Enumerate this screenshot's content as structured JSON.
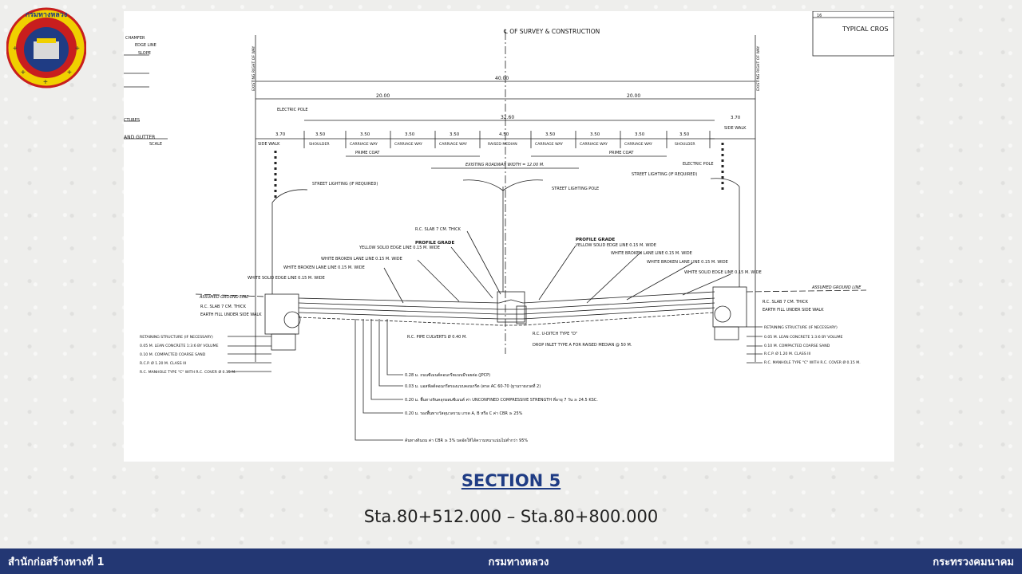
{
  "logo": {
    "text": "กรมทางหลวง"
  },
  "drawing": {
    "centerline_label": "℄ OF SURVEY & CONSTRUCTION",
    "title_block": "TYPICAL CROS",
    "title_block_num": "16",
    "row_label": "EXISTING RIGHT OF WAY",
    "dim_total": "40.00",
    "dim_half_left": "20.00",
    "dim_half_right": "20.00",
    "dim_inner": "32.60",
    "side_walk_dim_left": "3.70",
    "side_walk_dim_right": "3.70",
    "lane_dims": [
      "3.50",
      "3.50",
      "3.50",
      "3.50",
      "4.50",
      "3.50",
      "3.50",
      "3.50",
      "3.50"
    ],
    "lane_labels": [
      "SHOULDER",
      "CARRIAGE WAY",
      "CARRIAGE WAY",
      "CARRIAGE WAY",
      "RAISED MEDIAN",
      "CARRIAGE WAY",
      "CARRIAGE WAY",
      "CARRIAGE WAY",
      "SHOULDER"
    ],
    "side_walk": "SIDE WALK",
    "electric_pole": "ELECTRIC POLE",
    "prime_coat": "PRIME COAT",
    "existing_roadway": "EXISTING ROADWAY WIDTH = 12.00 M.",
    "street_lighting": "STREET LIGHTING (IF REQUIRED)",
    "street_lighting_pole": "STREET LIGHTING POLE",
    "profile_grade": "PROFILE GRADE",
    "rc_slab": "R.C. SLAB 7 CM. THICK",
    "yellow_edge": "YELLOW SOLID EDGE LINE 0.15 M. WIDE",
    "white_broken": "WHITE BROKEN LANE LINE 0.15 M. WIDE",
    "white_solid": "WHITE SOLID EDGE LINE 0.15 M. WIDE",
    "ground_line": "ASSUMED GROUND LINE",
    "pipe_culverts": "R.C. PIPE CULVERTS Ø 0.40 M.",
    "u_ditch": "R.C. U-DITCH TYPE \"D\"",
    "drop_inlet": "DROP INLET TYPE A FOR RAISED MEDIAN @ 50 M.",
    "left_notes": [
      "RETAINING STRUCTURE (IF NECESSARY)",
      "0.05 M. LEAN CONCRETE 1:3:6 BY VOLUME",
      "0.10 M. COMPACTED COARSE SAND",
      "R.C.P. Ø 1.20 M. CLASS III",
      "R.C. MANHOLE TYPE \"C\" WITH R.C. COVER Ø 0.15 M."
    ],
    "side_labels": [
      "EARTH FILL UNDER SIDE WALK",
      "AND GUTTER",
      "SCALE",
      "CHAMFER",
      "EDGE LINE",
      "SLOPE",
      "CTURES"
    ],
    "layer_notes": [
      "0.28 ม. ถนนซีเมนต์คอนกรีตแบบมีรอยต่อ (JPCP)",
      "0.03 ม. แอสฟัลต์คอนกรีตรองแบบคอนกรีต (ตรด AC 60-70 (ฐานรายงวดที่ 2)",
      "0.20 ม. พื้นทางหินคลุกผสมซีเมนต์ ค่า UNCONFINED COMPRESSIVE STRENGTH ที่อายุ 7 วัน ≥ 24.5 KSC.",
      "0.20 ม. รองพื้นทางวัสดุมวลรวม เกรด A, B หรือ C ค่า CBR ≥ 25%",
      "ค้นทางดินถม ค่า CBR ≥ 3% บดอัดให้ได้ความหนาแน่นไม่ต่ำกว่า 95%"
    ]
  },
  "section_title": "SECTION 5",
  "station_range": "Sta.80+512.000 – Sta.80+800.000",
  "footer": {
    "left": "สำนักก่อสร้างทางที่ 1",
    "center": "กรมทางหลวง",
    "right": "กระทรวงคมนาคม"
  }
}
